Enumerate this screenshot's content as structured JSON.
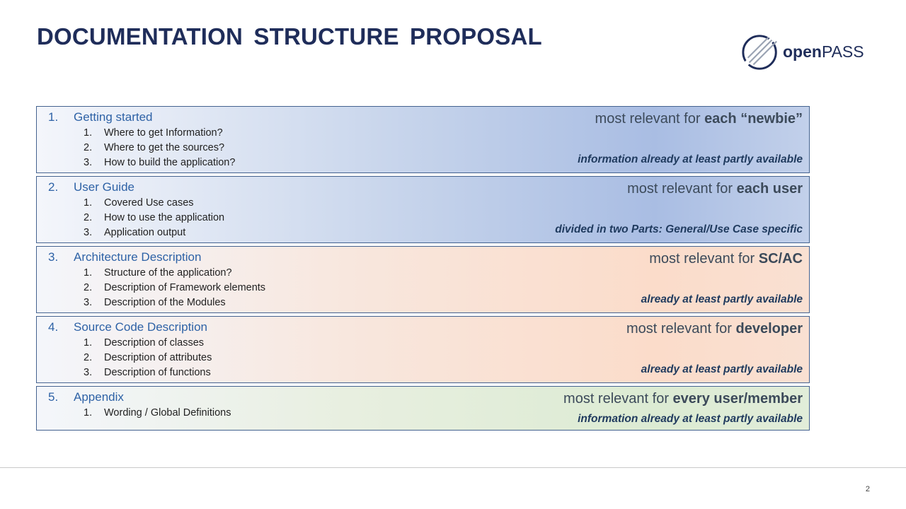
{
  "slide": {
    "title": "DOCUMENTATION  STRUCTURE PROPOSAL",
    "page_number": "2",
    "logo": {
      "text_bold": "open",
      "text_regular": "PASS",
      "icon": "openpass-logo-icon"
    }
  },
  "sections": [
    {
      "number": "1.",
      "title": "Getting started",
      "items": [
        {
          "number": "1.",
          "text": "Where to get Information?"
        },
        {
          "number": "2.",
          "text": "Where to get the sources?"
        },
        {
          "number": "3.",
          "text": "How to build the application?"
        }
      ],
      "relevance_prefix": "most relevant for ",
      "relevance_target": "each “newbie”",
      "note": "information already at least partly available"
    },
    {
      "number": "2.",
      "title": "User Guide",
      "items": [
        {
          "number": "1.",
          "text": "Covered Use cases"
        },
        {
          "number": "2.",
          "text": "How to use the application"
        },
        {
          "number": "3.",
          "text": "Application output"
        }
      ],
      "relevance_prefix": "most relevant for ",
      "relevance_target": "each user",
      "note": "divided in two Parts: General/Use Case specific"
    },
    {
      "number": "3.",
      "title": "Architecture Description",
      "items": [
        {
          "number": "1.",
          "text": "Structure of the application?"
        },
        {
          "number": "2.",
          "text": "Description of Framework elements"
        },
        {
          "number": "3.",
          "text": "Description of the Modules"
        }
      ],
      "relevance_prefix": "most relevant for ",
      "relevance_target": "SC/AC",
      "note": "already at least partly available"
    },
    {
      "number": "4.",
      "title": "Source Code Description",
      "items": [
        {
          "number": "1.",
          "text": "Description of classes"
        },
        {
          "number": "2.",
          "text": "Description of attributes"
        },
        {
          "number": "3.",
          "text": "Description of functions"
        }
      ],
      "relevance_prefix": "most relevant for ",
      "relevance_target": "developer",
      "note": "already at least partly available"
    },
    {
      "number": "5.",
      "title": "Appendix",
      "items": [
        {
          "number": "1.",
          "text": "Wording / Global Definitions"
        }
      ],
      "relevance_prefix": "most relevant for ",
      "relevance_target": "every user/member",
      "note": "information already at least partly available"
    }
  ],
  "colors": {
    "title": "#1f2d5a",
    "section_heading": "#2e62a6",
    "border": "#44628f",
    "blue_band": "#a9bde3",
    "orange_band": "#fbdcca",
    "green_band": "#dcebd3"
  }
}
